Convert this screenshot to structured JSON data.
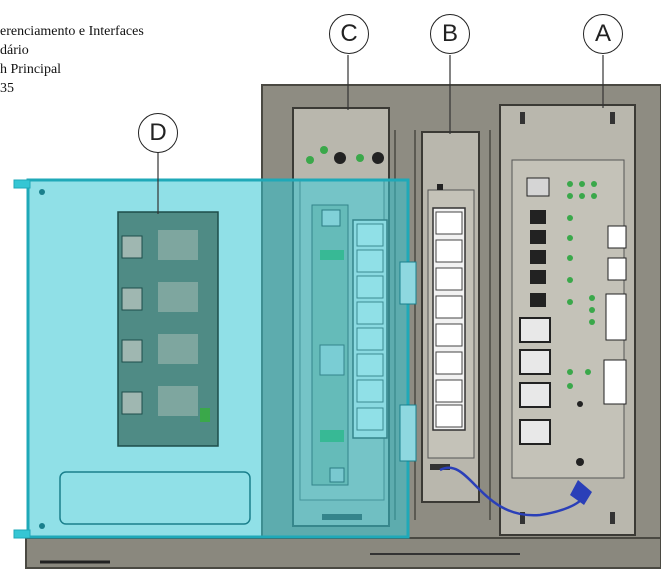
{
  "caption": {
    "lines": [
      "erenciamento e Interfaces",
      "dário",
      "h Principal",
      "35"
    ]
  },
  "callouts": {
    "a": "A",
    "b": "B",
    "c": "C",
    "d": "D"
  },
  "colors": {
    "enclosure_teal": "#35c6d4",
    "back_panel": "#8d8b80",
    "module_gray": "#b9b7ad",
    "cable_blue": "#2a3fb8"
  }
}
